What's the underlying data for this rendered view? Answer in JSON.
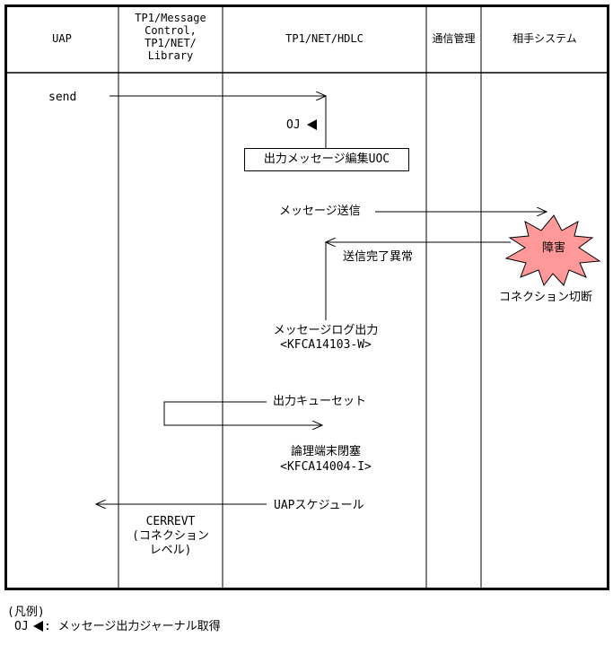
{
  "columns": [
    {
      "id": "uap",
      "label": "UAP"
    },
    {
      "id": "tp1mc",
      "label": "TP1/Message\nControl,\nTP1/NET/\nLibrary"
    },
    {
      "id": "hdlc",
      "label": "TP1/NET/HDLC"
    },
    {
      "id": "comm",
      "label": "通信管理"
    },
    {
      "id": "remote",
      "label": "相手システム"
    }
  ],
  "labels": {
    "send": "send",
    "oj": "OJ",
    "uoc_box": "出力メッセージ編集UOC",
    "msg_send": "メッセージ送信",
    "fault": "障害",
    "send_error": "送信完了異常",
    "conn_cut": "コネクション切断",
    "log_output": "メッセージログ出力",
    "log_code": "<KFCA14103-W>",
    "queue_reset": "出力キューセット",
    "terminal_close": "論理端末閉塞",
    "close_code": "<KFCA14004-I>",
    "uap_schedule": "UAPスケジュール",
    "cerrevt": "CERREVT",
    "cerrevt_detail1": "(コネクション",
    "cerrevt_detail2": "レベル)"
  },
  "legend": {
    "title": "(凡例)",
    "oj": "OJ",
    "description": ": メッセージ出力ジャーナル取得"
  },
  "colors": {
    "fault_fill": "#ff9999",
    "line": "#000000"
  },
  "icons": {
    "oj_marker": "left-pointing-triangle",
    "fault_marker": "starburst"
  }
}
